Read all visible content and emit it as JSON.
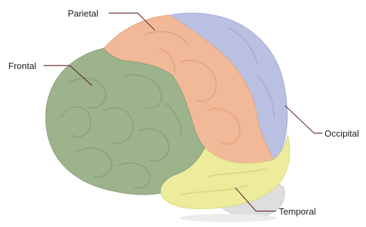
{
  "diagram": {
    "labels": {
      "parietal": "Parietal",
      "frontal": "Frontal",
      "occipital": "Occipital",
      "temporal": "Temporal"
    },
    "colors": {
      "frontal": "#9db38c",
      "parietal": "#f2b998",
      "occipital": "#b9c0e2",
      "temporal": "#ecec9c",
      "brainstem": "#dedede",
      "leader_line": "#6a2a2a"
    }
  }
}
